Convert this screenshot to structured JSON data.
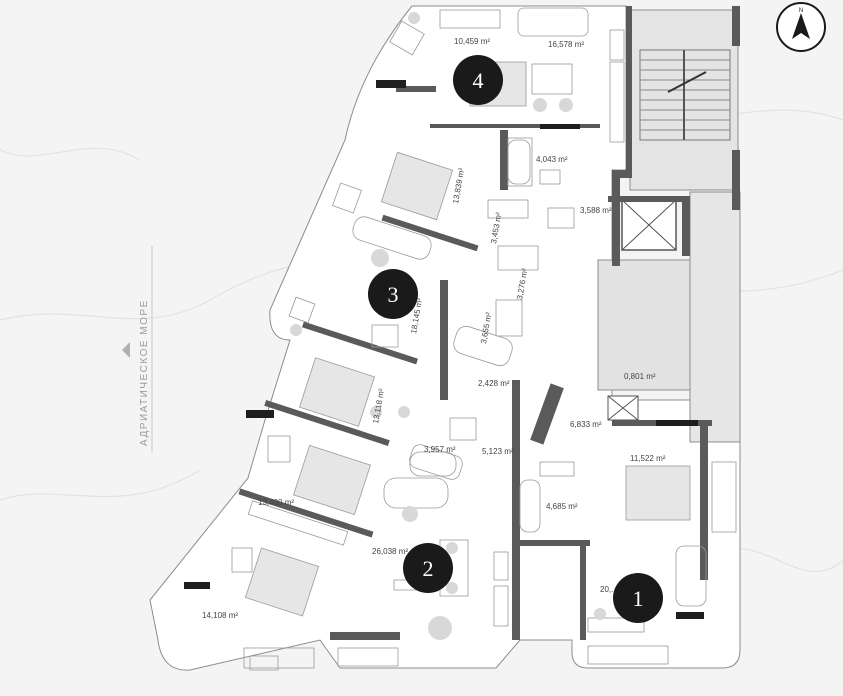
{
  "compass": {
    "north_label": "N"
  },
  "side_caption": "АДРИАТИЧЕСКОЕ МОРЕ",
  "apartments": [
    {
      "number": "1"
    },
    {
      "number": "2"
    },
    {
      "number": "3"
    },
    {
      "number": "4"
    }
  ],
  "rooms": [
    {
      "area": "10,459 m²"
    },
    {
      "area": "16,578 m²"
    },
    {
      "area": "4,043 m²"
    },
    {
      "area": "13,839 m²"
    },
    {
      "area": "3,453 m²"
    },
    {
      "area": "3,588 m²"
    },
    {
      "area": "3,276 m²"
    },
    {
      "area": "18,145 m²"
    },
    {
      "area": "3,655 m²"
    },
    {
      "area": "2,428 m²"
    },
    {
      "area": "0,801 m²"
    },
    {
      "area": "13,118 m²"
    },
    {
      "area": "6,833 m²"
    },
    {
      "area": "3,957 m²"
    },
    {
      "area": "5,123 m²"
    },
    {
      "area": "11,522 m²"
    },
    {
      "area": "13,400 m²"
    },
    {
      "area": "4,685 m²"
    },
    {
      "area": "26,038 m²"
    },
    {
      "area": "14,108 m²"
    },
    {
      "area": "20,..."
    }
  ]
}
